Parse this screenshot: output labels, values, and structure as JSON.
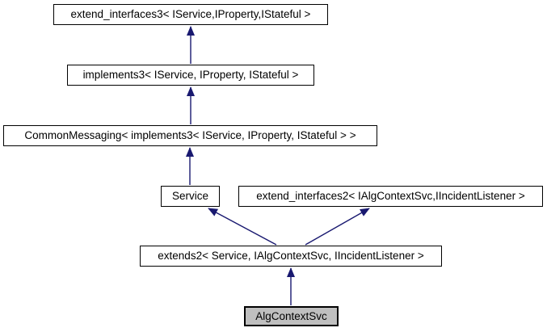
{
  "colors": {
    "background": "#ffffff",
    "edge": "#191970",
    "node_border": "#000000",
    "node_fill": "#ffffff",
    "highlight_fill": "#bfbfbf"
  },
  "nodes": [
    {
      "id": "extend_interfaces3",
      "label": "extend_interfaces3< IService,IProperty,IStateful >",
      "highlighted": false
    },
    {
      "id": "implements3",
      "label": "implements3< IService, IProperty, IStateful >",
      "highlighted": false
    },
    {
      "id": "CommonMessaging",
      "label": "CommonMessaging< implements3< IService, IProperty, IStateful > >",
      "highlighted": false
    },
    {
      "id": "Service",
      "label": "Service",
      "highlighted": false
    },
    {
      "id": "extend_interfaces2",
      "label": "extend_interfaces2< IAlgContextSvc,IIncidentListener >",
      "highlighted": false
    },
    {
      "id": "extends2",
      "label": "extends2< Service, IAlgContextSvc, IIncidentListener >",
      "highlighted": false
    },
    {
      "id": "AlgContextSvc",
      "label": "AlgContextSvc",
      "highlighted": true
    }
  ],
  "edges": [
    {
      "from": "implements3",
      "to": "extend_interfaces3",
      "points": [
        [
          236,
          79
        ],
        [
          236,
          33
        ]
      ]
    },
    {
      "from": "CommonMessaging",
      "to": "implements3",
      "points": [
        [
          236,
          154
        ],
        [
          236,
          108
        ]
      ]
    },
    {
      "from": "Service",
      "to": "CommonMessaging",
      "points": [
        [
          235,
          229
        ],
        [
          235,
          183
        ]
      ]
    },
    {
      "from": "extends2",
      "to": "Service",
      "points": [
        [
          342,
          303
        ],
        [
          258,
          258
        ]
      ]
    },
    {
      "from": "extends2",
      "to": "extend_interfaces2",
      "points": [
        [
          378,
          303
        ],
        [
          457,
          258
        ]
      ]
    },
    {
      "from": "AlgContextSvc",
      "to": "extends2",
      "points": [
        [
          360,
          378
        ],
        [
          360,
          332
        ]
      ]
    }
  ]
}
